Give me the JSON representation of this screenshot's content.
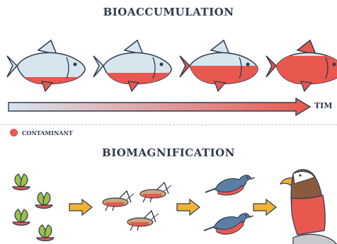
{
  "titles": {
    "bioaccumulation": "BIOACCUMULATION",
    "biomagnification": "BIOMAGNIFICATION"
  },
  "arrow": {
    "label": "TIM"
  },
  "legend": {
    "label": "CONTAMINANT"
  },
  "colors": {
    "contaminant": "#e8584f",
    "fish_body": "#d7e5ef",
    "outline": "#2f3b4e",
    "arrow_fill": "#f2b233",
    "leaf": "#9cc04a",
    "bird_blue": "#5b7ea6"
  },
  "icons": [
    "fish-icon",
    "plant-icon",
    "grasshopper-icon",
    "bird-icon",
    "eagle-icon",
    "arrow-icon"
  ]
}
